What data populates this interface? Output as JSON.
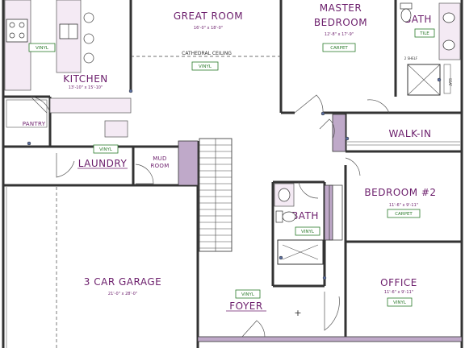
{
  "rooms": {
    "great_room": {
      "name": "GREAT ROOM",
      "dims": "16'-0\" x 18'-0\"",
      "note": "CATHEDRAL CEILING",
      "material": "VINYL"
    },
    "master_bedroom": {
      "name_line1": "MASTER",
      "name_line2": "BEDROOM",
      "dims": "12'-8\" x 17'-9\"",
      "material": "CARPET"
    },
    "master_bath": {
      "name": "BATH",
      "material": "TILE"
    },
    "kitchen": {
      "name": "KITCHEN",
      "dims": "13'-10\" x 15'-10\"",
      "material": "VINYL"
    },
    "pantry": {
      "name": "PANTRY"
    },
    "laundry": {
      "name": "LAUNDRY",
      "material": "VINYL"
    },
    "mud_room": {
      "name_line1": "MUD",
      "name_line2": "ROOM"
    },
    "walk_in": {
      "name": "WALK-IN"
    },
    "bedroom2": {
      "name": "BEDROOM #2",
      "dims": "11'-6\" x 9'-11\"",
      "material": "CARPET"
    },
    "bath2": {
      "name": "BATH",
      "material": "VINYL"
    },
    "garage": {
      "name": "3 CAR GARAGE",
      "dims": "21'-0\" x 28'-0\""
    },
    "foyer": {
      "name": "FOYER",
      "material": "VINYL"
    },
    "office": {
      "name": "OFFICE",
      "dims": "11'-6\" x 9'-11\"",
      "material": "VINYL"
    }
  },
  "fixtures": {
    "shelf_note": "2 SHELF",
    "seat_note": "SEAT"
  },
  "colors": {
    "room_label": "#6b1d6b",
    "material_label": "#2a7a2a",
    "wall": "#333333",
    "kitchen_cabinet": "#f4eaf4",
    "fixture_accent": "#5b6fa0"
  }
}
